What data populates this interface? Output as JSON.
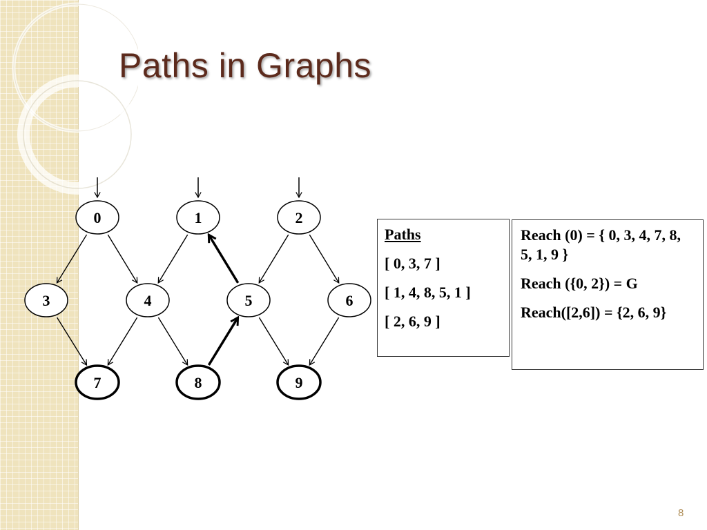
{
  "slide": {
    "title": "Paths in Graphs",
    "page_number": "8"
  },
  "graph": {
    "nodes": [
      {
        "id": "0",
        "label": "0",
        "bold": false
      },
      {
        "id": "1",
        "label": "1",
        "bold": false
      },
      {
        "id": "2",
        "label": "2",
        "bold": false
      },
      {
        "id": "3",
        "label": "3",
        "bold": false
      },
      {
        "id": "4",
        "label": "4",
        "bold": false
      },
      {
        "id": "5",
        "label": "5",
        "bold": false
      },
      {
        "id": "6",
        "label": "6",
        "bold": false
      },
      {
        "id": "7",
        "label": "7",
        "bold": true
      },
      {
        "id": "8",
        "label": "8",
        "bold": true
      },
      {
        "id": "9",
        "label": "9",
        "bold": true
      }
    ],
    "edges": [
      {
        "from": "0",
        "to": "3",
        "bold": false
      },
      {
        "from": "0",
        "to": "4",
        "bold": false
      },
      {
        "from": "1",
        "to": "4",
        "bold": false
      },
      {
        "from": "2",
        "to": "5",
        "bold": false
      },
      {
        "from": "2",
        "to": "6",
        "bold": false
      },
      {
        "from": "3",
        "to": "7",
        "bold": false
      },
      {
        "from": "4",
        "to": "7",
        "bold": false
      },
      {
        "from": "4",
        "to": "8",
        "bold": false
      },
      {
        "from": "5",
        "to": "9",
        "bold": false
      },
      {
        "from": "6",
        "to": "9",
        "bold": false
      },
      {
        "from": "5",
        "to": "1",
        "bold": true
      },
      {
        "from": "8",
        "to": "5",
        "bold": true
      }
    ],
    "initial_nodes": [
      "0",
      "1",
      "2"
    ]
  },
  "paths_box": {
    "title": "Paths",
    "items": [
      "[ 0, 3, 7 ]",
      "[ 1, 4, 8, 5, 1 ]",
      "[ 2, 6, 9 ]"
    ]
  },
  "reach_box": {
    "items": [
      "Reach (0) = { 0, 3, 4, 7, 8, 5, 1, 9 }",
      "Reach ({0, 2}) = G",
      "Reach([2,6]) = {2, 6, 9}"
    ]
  }
}
